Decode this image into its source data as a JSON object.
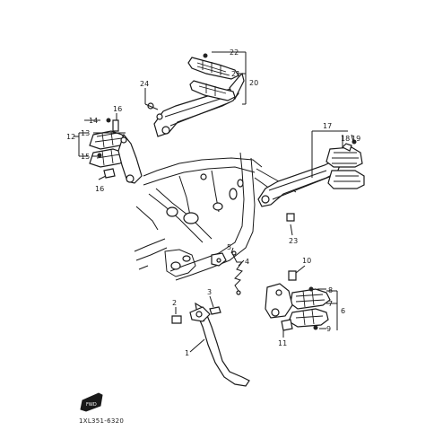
{
  "catalog_code": "1XL351-6320",
  "front_badge": "FWD",
  "callouts": {
    "c1": "1",
    "c2": "2",
    "c3": "3",
    "c4": "4",
    "c5": "5",
    "c6": "6",
    "c7": "7",
    "c8": "8",
    "c9": "9",
    "c10": "10",
    "c11": "11",
    "c12": "12",
    "c13": "13",
    "c14": "14",
    "c15": "15",
    "c16a": "16",
    "c16b": "16",
    "c17": "17",
    "c18": "18",
    "c19": "19",
    "c20": "20",
    "c21": "21",
    "c22": "22",
    "c23": "23",
    "c24": "24"
  }
}
